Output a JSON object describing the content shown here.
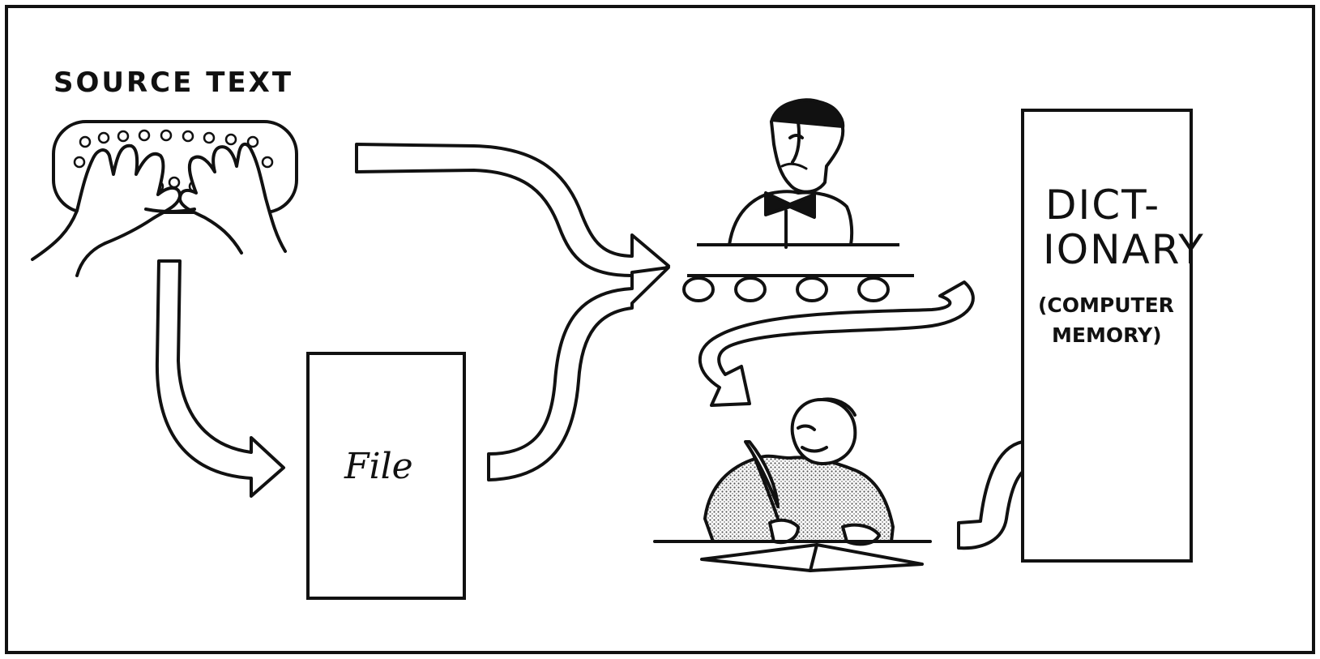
{
  "diagram": {
    "source_text": {
      "label": "SOURCE TEXT"
    },
    "file": {
      "label": "File"
    },
    "dictionary": {
      "line1": "DICT-",
      "line2": "IONARY",
      "line3": "(COMPUTER",
      "line4": "MEMORY)"
    },
    "figures": {
      "typist_hands": "keyboard-hands-icon",
      "operator": "operator-figure-icon",
      "monk": "scribe-monk-icon"
    },
    "colors": {
      "ink": "#111111",
      "paper": "#ffffff",
      "stipple": "#bdbdbd"
    }
  }
}
